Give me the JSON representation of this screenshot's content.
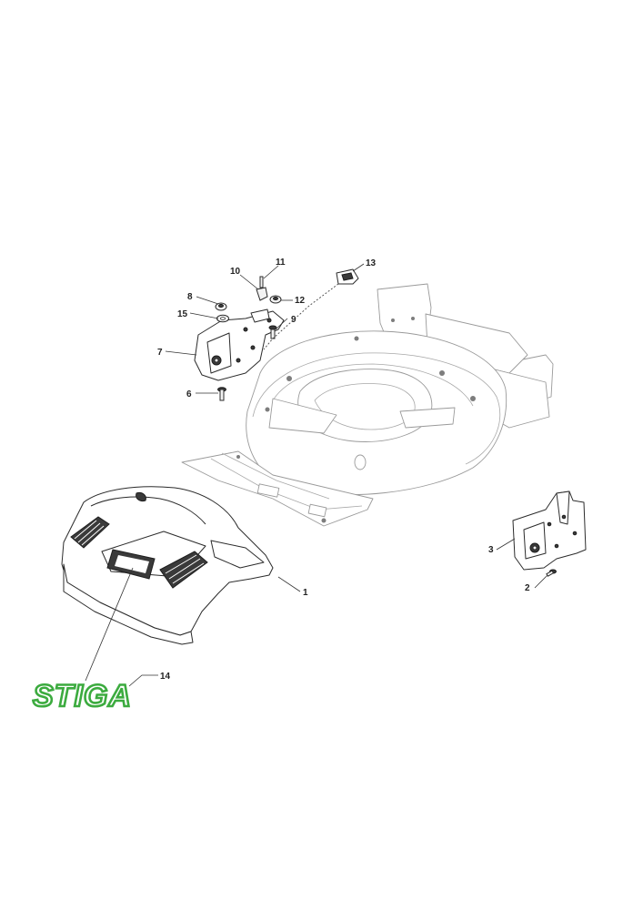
{
  "callouts": [
    {
      "id": "1",
      "label": "1"
    },
    {
      "id": "2",
      "label": "2"
    },
    {
      "id": "3",
      "label": "3"
    },
    {
      "id": "6",
      "label": "6"
    },
    {
      "id": "7",
      "label": "7"
    },
    {
      "id": "8",
      "label": "8"
    },
    {
      "id": "9",
      "label": "9"
    },
    {
      "id": "10",
      "label": "10"
    },
    {
      "id": "11",
      "label": "11"
    },
    {
      "id": "12",
      "label": "12"
    },
    {
      "id": "13",
      "label": "13"
    },
    {
      "id": "14",
      "label": "14"
    },
    {
      "id": "15",
      "label": "15"
    }
  ],
  "logo": {
    "text": "STIGA",
    "color": "#3cab3f"
  },
  "colors": {
    "line": "#2b2b2b",
    "ghost": "#9a9a9a",
    "background": "#ffffff"
  }
}
